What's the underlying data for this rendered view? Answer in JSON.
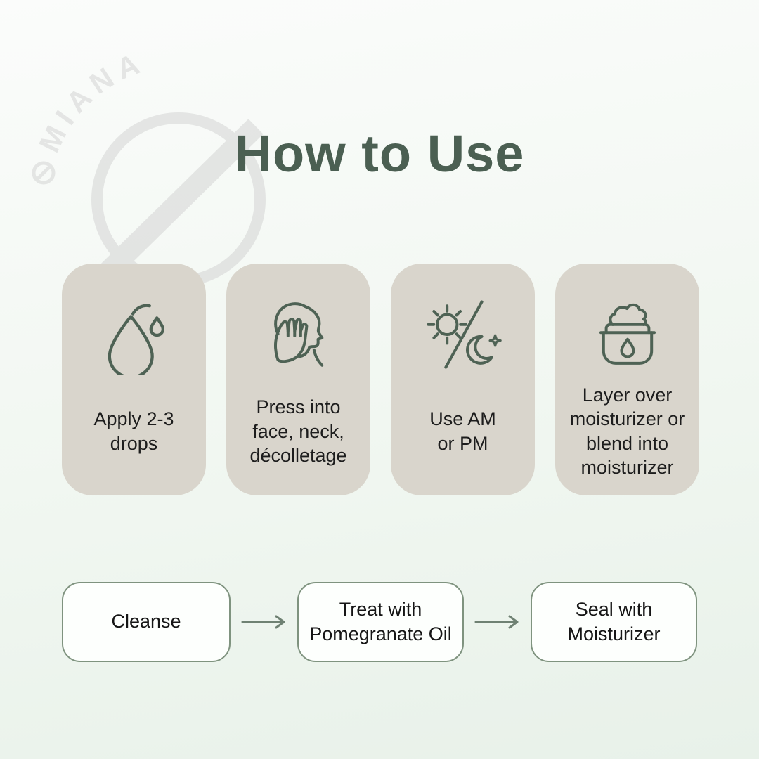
{
  "brand": {
    "watermark": "MIANA"
  },
  "header": {
    "title": "How to Use"
  },
  "cards": [
    {
      "icon": "oil-drop-icon",
      "label": "Apply 2-3 drops"
    },
    {
      "icon": "hand-pressing-face-icon",
      "label": "Press into face, neck, décolletage"
    },
    {
      "icon": "sun-moon-icon",
      "label": "Use AM or PM"
    },
    {
      "icon": "moisturizer-jar-icon",
      "label": "Layer over moisturizer or blend into moisturizer"
    }
  ],
  "flow": {
    "steps": [
      "Cleanse",
      "Treat with Pomegranate Oil",
      "Seal with Moisturizer"
    ]
  },
  "colors": {
    "title_text": "#4b5f52",
    "card_bg": "#d9d5cc",
    "card_text": "#1d1d1d",
    "icon_stroke": "#4e6254",
    "flow_bg": "#fdfffd",
    "flow_border": "#7f937f",
    "flow_text": "#161616",
    "arrow": "#6f8173",
    "watermark": "#d4d4d4",
    "bg_top": "#fbfcfb",
    "bg_mid": "#f1f7f1",
    "bg_bottom": "#e8f1e9"
  }
}
